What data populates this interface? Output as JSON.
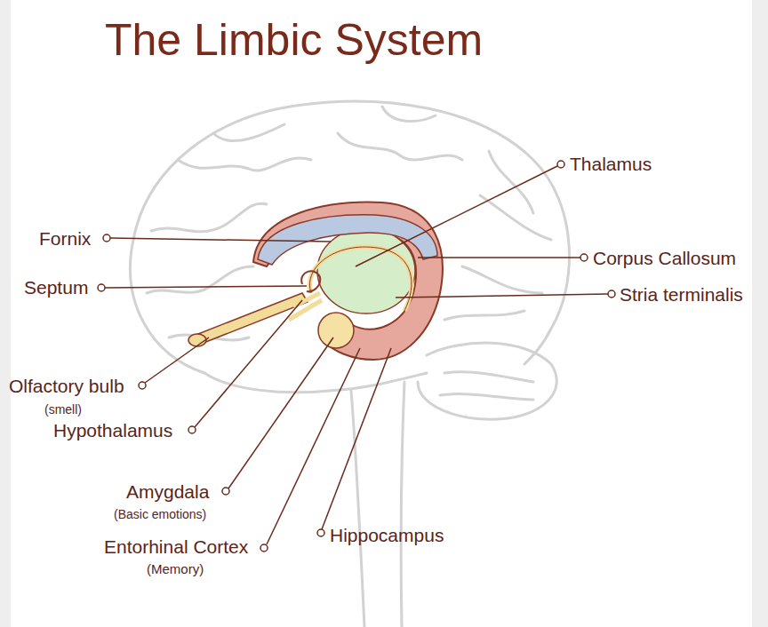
{
  "diagram": {
    "title": "The Limbic System",
    "labels": [
      "Thalamus",
      "Fornix",
      "Corpus Callosum",
      "Septum",
      "Stria terminalis",
      "Olfactory bulb",
      "(smell)",
      "Hypothalamus",
      "Amygdala",
      "(Basic emotions)",
      "Entorhinal Cortex",
      "(Memory)",
      "Hippocampus"
    ]
  }
}
